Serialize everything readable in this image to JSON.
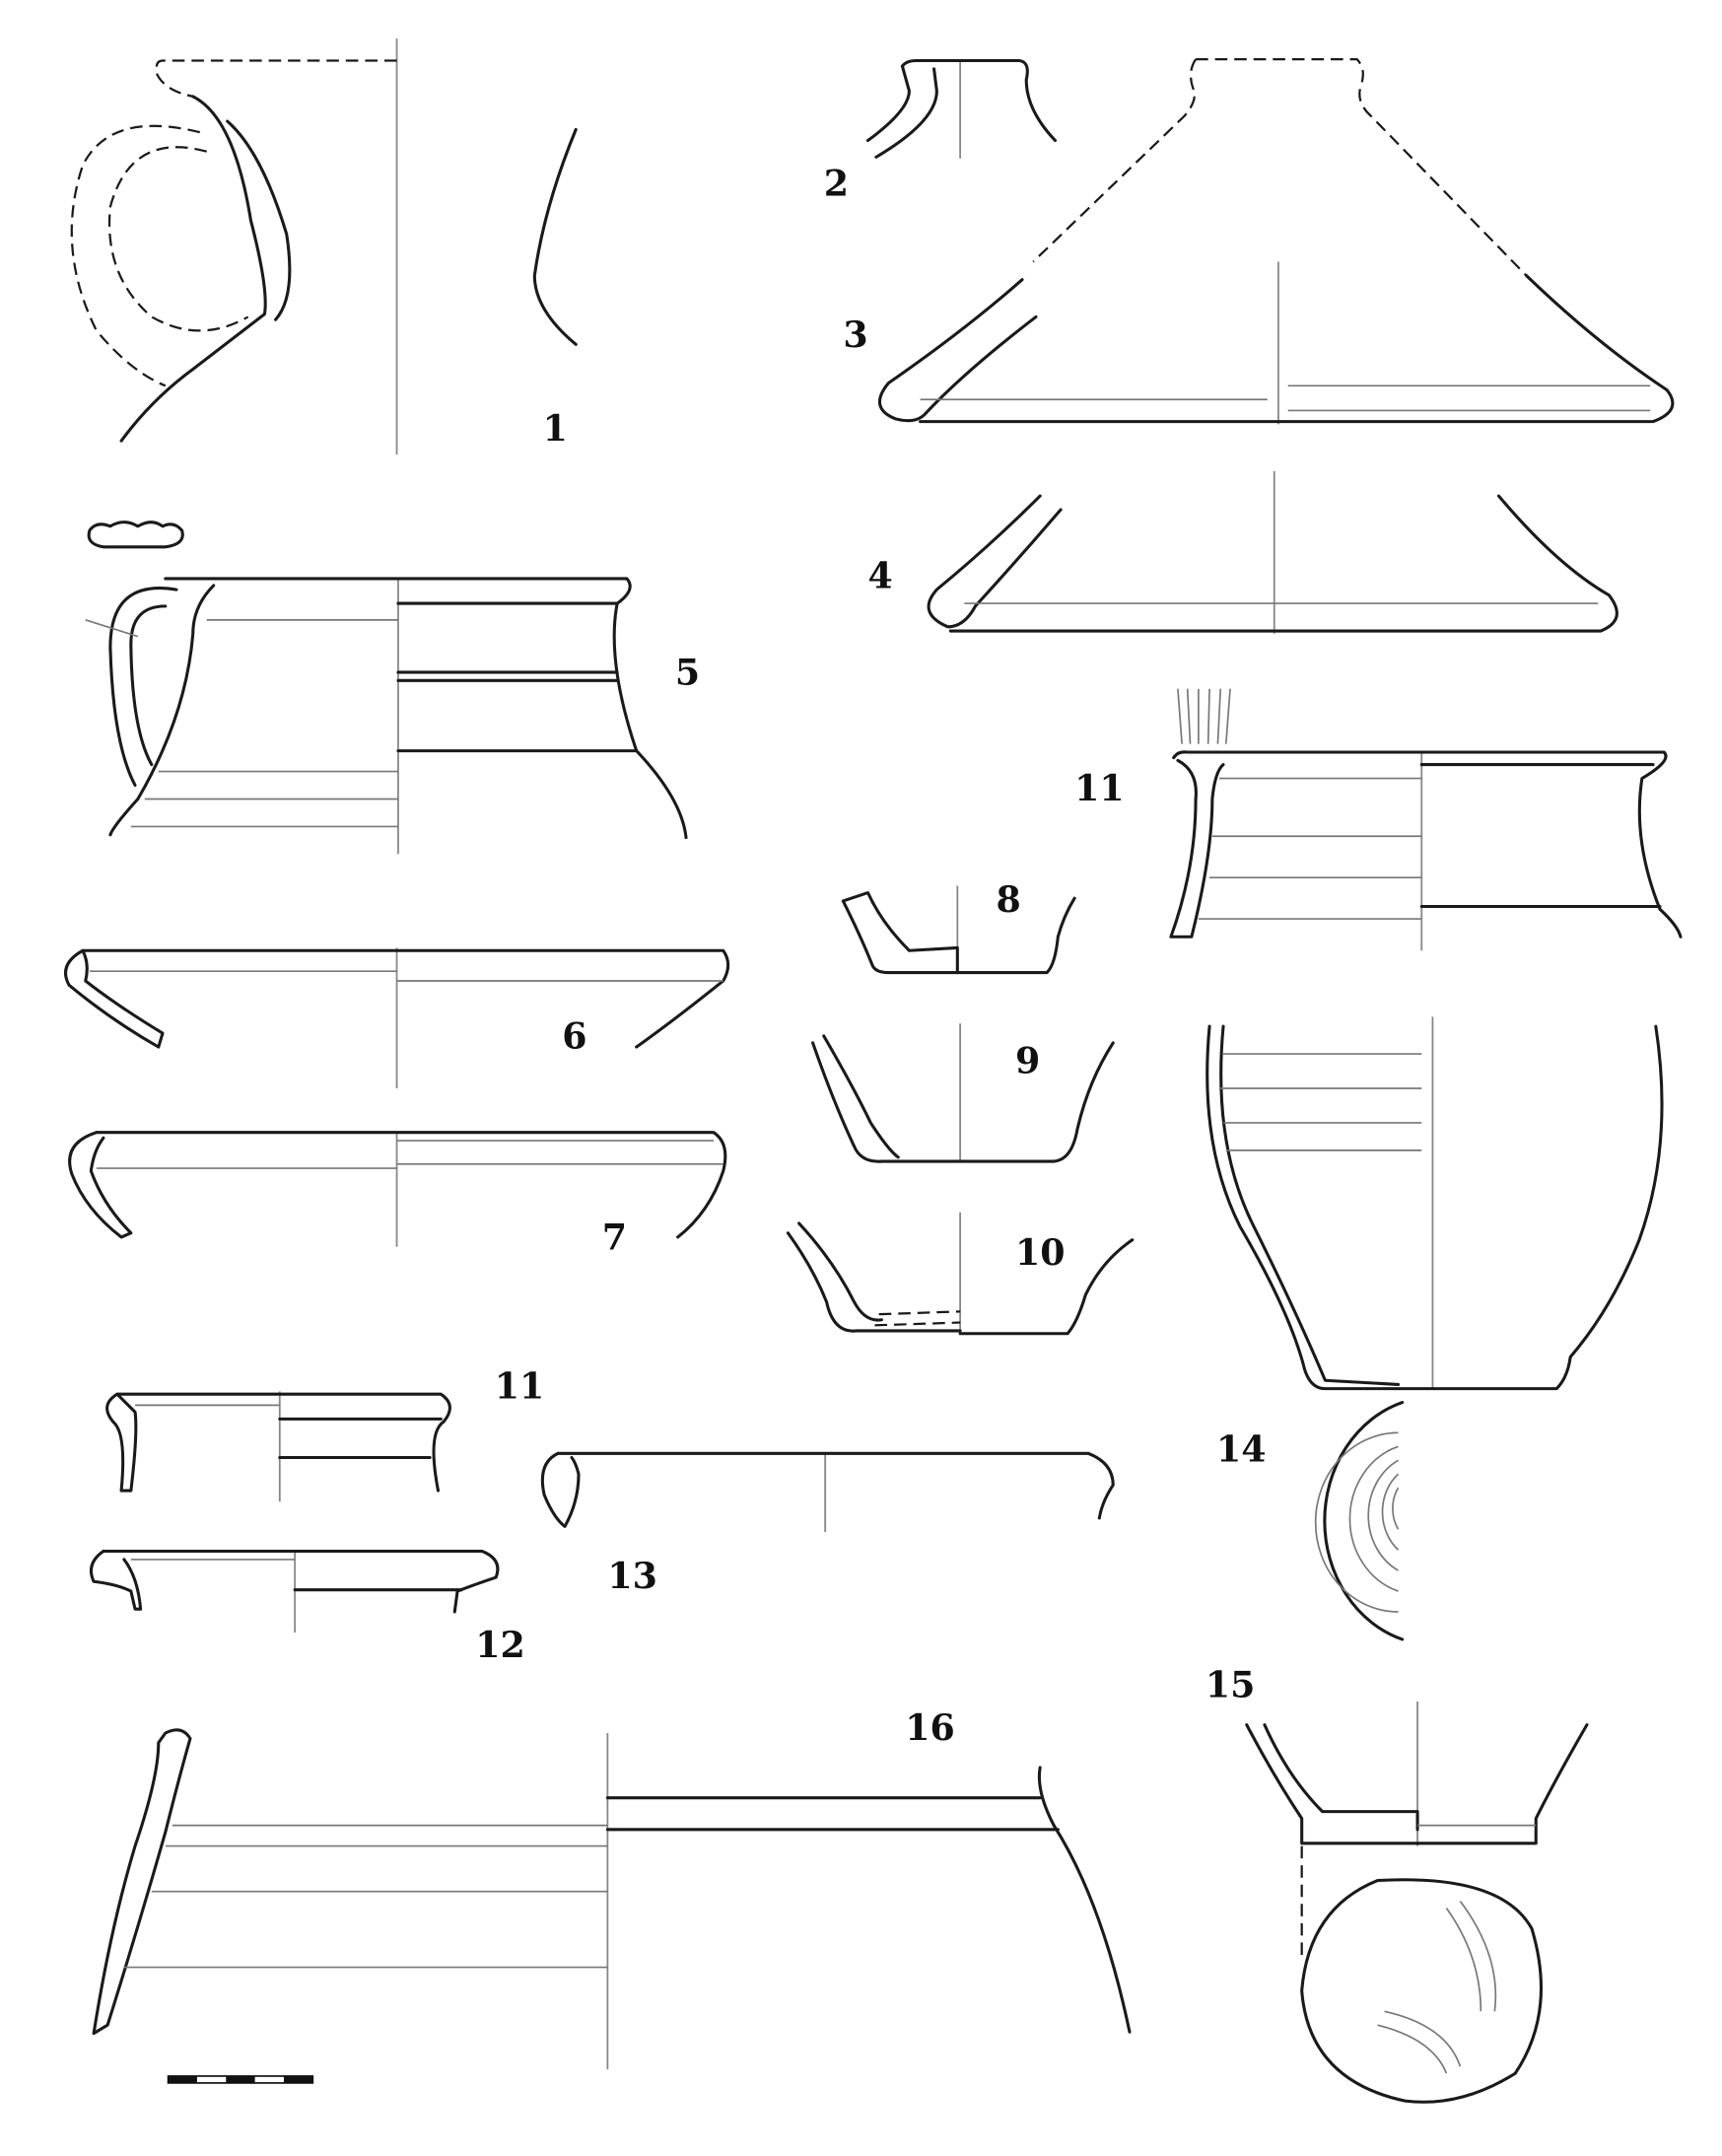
{
  "figure": {
    "labels": [
      "1",
      "2",
      "3",
      "4",
      "5",
      "11",
      "8",
      "6",
      "9",
      "7",
      "10",
      "11",
      "14",
      "13",
      "12",
      "15",
      "16"
    ]
  },
  "colors": {
    "line": "#1a1a1a",
    "axis": "#888888"
  }
}
